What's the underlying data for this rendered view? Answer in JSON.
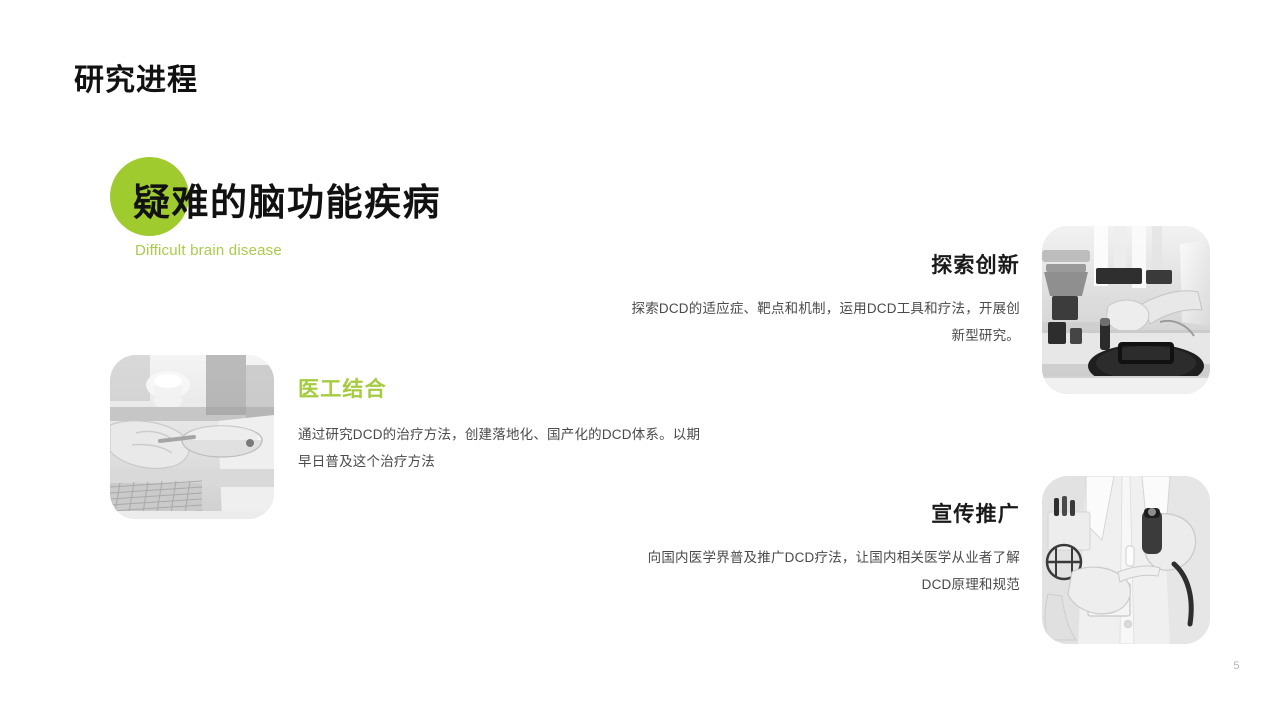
{
  "slide": {
    "title": "研究进程",
    "page_number": "5",
    "accent_green": "#a0cb2f",
    "accent_green_text": "#a5cb3f",
    "background": "#ffffff"
  },
  "hero": {
    "title": "疑难的脑功能疾病",
    "subtitle": "Difficult brain disease",
    "circle_color": "#a0cb2f"
  },
  "blocks": [
    {
      "id": "explore",
      "title": "探索创新",
      "title_color": "#1a1a1a",
      "body": "探索DCD的适应症、靶点和机制，运用DCD工具和疗法，开展创新型研究。",
      "align": "right",
      "image_alt": "实验室自动分析仪与戴手套的手"
    },
    {
      "id": "medeng",
      "title": "医工结合",
      "title_color": "#a5cb3f",
      "body": "通过研究DCD的治疗方法，创建落地化、国产化的DCD体系。以期早日普及这个治疗方法",
      "align": "left",
      "image_alt": "戴手套的手持培养皿"
    },
    {
      "id": "promote",
      "title": "宣传推广",
      "title_color": "#1a1a1a",
      "body": "向国内医学界普及推广DCD疗法，让国内相关医学从业者了解DCD原理和规范",
      "align": "right",
      "image_alt": "身穿白大褂的医生手持医疗器械"
    }
  ]
}
